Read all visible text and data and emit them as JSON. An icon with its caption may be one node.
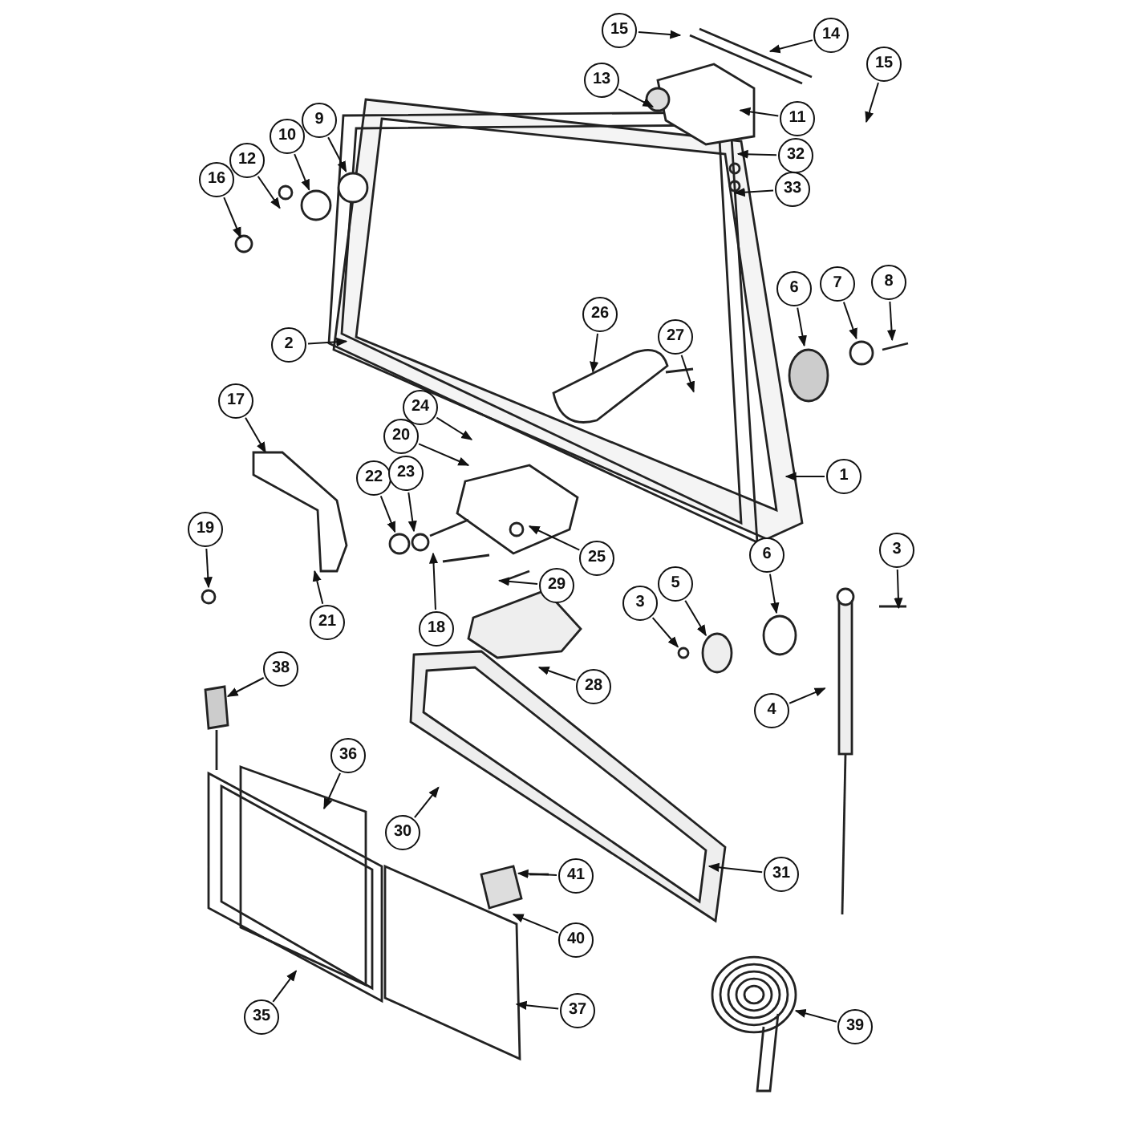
{
  "diagram": {
    "nodes": [
      {
        "text": [
          "15"
        ]
      },
      {
        "text": [
          "14"
        ]
      },
      {
        "text": [
          "15"
        ]
      },
      {
        "text": [
          "13"
        ]
      },
      {
        "text": [
          "11"
        ]
      },
      {
        "text": [
          "9"
        ]
      },
      {
        "text": [
          "10"
        ]
      },
      {
        "text": [
          "12"
        ]
      },
      {
        "text": [
          "16"
        ]
      },
      {
        "text": [
          "32"
        ]
      },
      {
        "text": [
          "33"
        ]
      },
      {
        "text": [
          "6"
        ]
      },
      {
        "text": [
          "7"
        ]
      },
      {
        "text": [
          "8"
        ]
      },
      {
        "text": [
          "26"
        ]
      },
      {
        "text": [
          "27"
        ]
      },
      {
        "text": [
          "2"
        ]
      },
      {
        "text": [
          "24"
        ]
      },
      {
        "text": [
          "20"
        ]
      },
      {
        "text": [
          "17"
        ]
      },
      {
        "text": [
          "1"
        ]
      },
      {
        "text": [
          "22"
        ]
      },
      {
        "text": [
          "23"
        ]
      },
      {
        "text": [
          "21"
        ]
      },
      {
        "text": [
          "19"
        ]
      },
      {
        "text": [
          "25"
        ]
      },
      {
        "text": [
          "18"
        ]
      },
      {
        "text": [
          "29"
        ]
      },
      {
        "text": [
          "6"
        ]
      },
      {
        "text": [
          "3"
        ]
      },
      {
        "text": [
          "5"
        ]
      },
      {
        "text": [
          "3"
        ]
      },
      {
        "text": [
          "28"
        ]
      },
      {
        "text": [
          "4"
        ]
      },
      {
        "text": [
          "38"
        ]
      },
      {
        "text": [
          "36"
        ]
      },
      {
        "text": [
          "30"
        ]
      },
      {
        "text": [
          "31"
        ]
      },
      {
        "text": [
          "41"
        ]
      },
      {
        "text": [
          "40"
        ]
      },
      {
        "text": [
          "35"
        ]
      },
      {
        "text": [
          "37"
        ]
      },
      {
        "text": [
          "39"
        ]
      },
      {
        "text": [],
        "shape": "picture"
      }
    ],
    "edges": [
      {
        "from": 0,
        "to": null,
        "arrow": "to"
      },
      {
        "from": 1,
        "to": null,
        "arrow": "to"
      },
      {
        "from": 2,
        "to": null,
        "arrow": "to"
      },
      {
        "from": 3,
        "to": null,
        "arrow": "to"
      },
      {
        "from": 4,
        "to": null,
        "arrow": "to"
      },
      {
        "from": 5,
        "to": null,
        "arrow": "to"
      },
      {
        "from": 6,
        "to": null,
        "arrow": "to"
      },
      {
        "from": 7,
        "to": null,
        "arrow": "to"
      },
      {
        "from": 8,
        "to": null,
        "arrow": "to"
      },
      {
        "from": 9,
        "to": null,
        "arrow": "to"
      },
      {
        "from": 10,
        "to": null,
        "arrow": "to"
      },
      {
        "from": 11,
        "to": null,
        "arrow": "to"
      },
      {
        "from": 12,
        "to": null,
        "arrow": "to"
      },
      {
        "from": 13,
        "to": null,
        "arrow": "to"
      },
      {
        "from": 14,
        "to": null,
        "arrow": "to"
      },
      {
        "from": 15,
        "to": null,
        "arrow": "to"
      },
      {
        "from": 16,
        "to": null,
        "arrow": "to"
      },
      {
        "from": 17,
        "to": null,
        "arrow": "to"
      },
      {
        "from": 18,
        "to": null,
        "arrow": "to"
      },
      {
        "from": 19,
        "to": 43,
        "arrow": "to"
      },
      {
        "from": 20,
        "to": null,
        "arrow": "to"
      },
      {
        "from": 21,
        "to": null,
        "arrow": "to"
      },
      {
        "from": 22,
        "to": null,
        "arrow": "to"
      },
      {
        "from": 23,
        "to": 43,
        "arrow": "to"
      },
      {
        "from": 24,
        "to": null,
        "arrow": "to"
      },
      {
        "from": 25,
        "to": null,
        "arrow": "to"
      },
      {
        "from": 26,
        "to": null,
        "arrow": "to"
      },
      {
        "from": 27,
        "to": null,
        "arrow": "to"
      },
      {
        "from": 28,
        "to": null,
        "arrow": "to"
      },
      {
        "from": 29,
        "to": null,
        "arrow": "to"
      },
      {
        "from": 30,
        "to": null,
        "arrow": "to"
      },
      {
        "from": 31,
        "to": null,
        "arrow": "to"
      },
      {
        "from": 32,
        "to": null,
        "arrow": "to"
      },
      {
        "from": 33,
        "to": null,
        "arrow": "to"
      },
      {
        "from": 34,
        "to": null,
        "arrow": "to"
      },
      {
        "from": 35,
        "to": null,
        "arrow": "to"
      },
      {
        "from": 36,
        "to": null,
        "arrow": "to"
      },
      {
        "from": 37,
        "to": null,
        "arrow": "to"
      },
      {
        "from": 38,
        "to": null,
        "arrow": "to"
      },
      {
        "from": 39,
        "to": null,
        "arrow": "to"
      },
      {
        "from": 40,
        "to": null,
        "arrow": "to"
      },
      {
        "from": 41,
        "to": null,
        "arrow": "to"
      },
      {
        "from": 42,
        "to": null,
        "arrow": "to"
      }
    ]
  }
}
